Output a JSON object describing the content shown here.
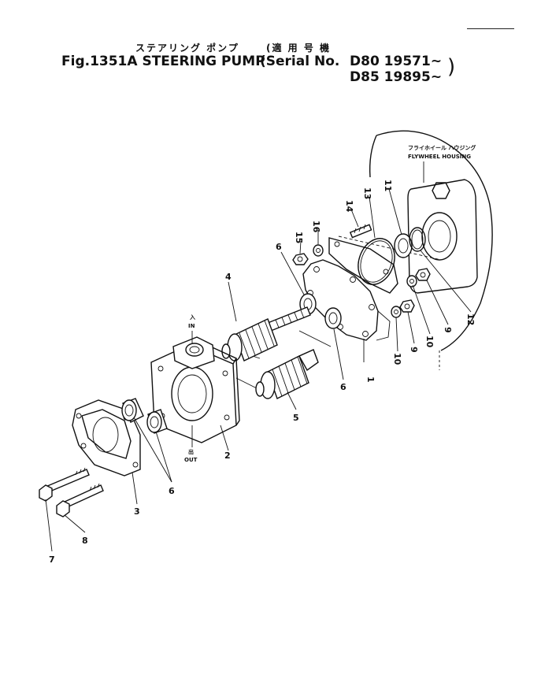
{
  "header": {
    "jp_title": "ステアリング ポンプ",
    "fig_title": "Fig.1351A STEERING PUMP",
    "jp_serial": "(適 用 号 機",
    "serial_prefix": "(Serial No.",
    "serial_1": "D80  19571~",
    "serial_2": "D85  19895~",
    "close_paren": ")"
  },
  "labels": {
    "in_jp": "入",
    "in": "IN",
    "out_jp": "出",
    "out": "OUT",
    "flywheel_jp": "フライホイール ハウジング",
    "flywheel": "FLYWHEEL HOUSING"
  },
  "callouts": [
    {
      "id": "c1",
      "text": "1"
    },
    {
      "id": "c2",
      "text": "2"
    },
    {
      "id": "c3",
      "text": "3"
    },
    {
      "id": "c4",
      "text": "4"
    },
    {
      "id": "c5",
      "text": "5"
    },
    {
      "id": "c6a",
      "text": "6"
    },
    {
      "id": "c6b",
      "text": "6"
    },
    {
      "id": "c6c",
      "text": "6"
    },
    {
      "id": "c7",
      "text": "7"
    },
    {
      "id": "c8",
      "text": "8"
    },
    {
      "id": "c9a",
      "text": "9"
    },
    {
      "id": "c9b",
      "text": "9"
    },
    {
      "id": "c10a",
      "text": "10"
    },
    {
      "id": "c10b",
      "text": "10"
    },
    {
      "id": "c11",
      "text": "11"
    },
    {
      "id": "c12",
      "text": "12"
    },
    {
      "id": "c13",
      "text": "13"
    },
    {
      "id": "c14",
      "text": "14"
    },
    {
      "id": "c15",
      "text": "15"
    },
    {
      "id": "c16",
      "text": "16"
    }
  ]
}
